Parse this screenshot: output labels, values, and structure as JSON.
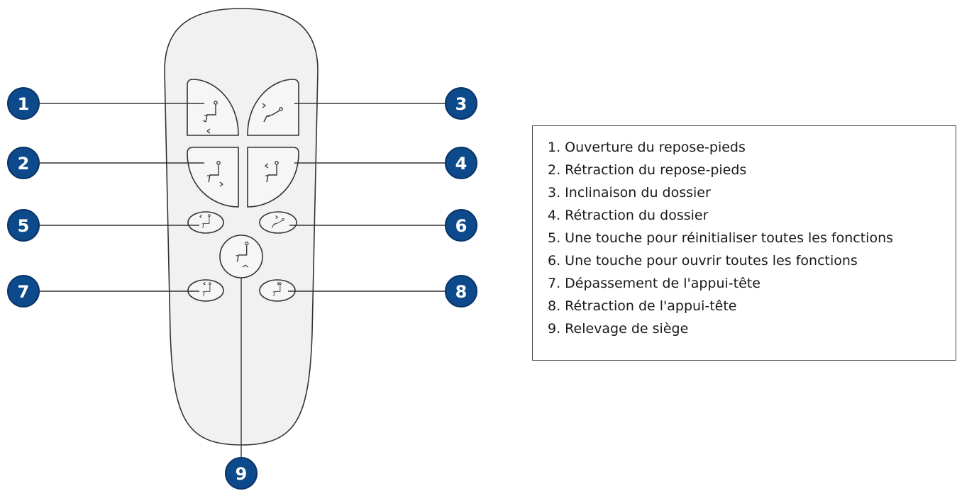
{
  "callouts": [
    {
      "id": "callout-1",
      "number": "1"
    },
    {
      "id": "callout-2",
      "number": "2"
    },
    {
      "id": "callout-3",
      "number": "3"
    },
    {
      "id": "callout-4",
      "number": "4"
    },
    {
      "id": "callout-5",
      "number": "5"
    },
    {
      "id": "callout-6",
      "number": "6"
    },
    {
      "id": "callout-7",
      "number": "7"
    },
    {
      "id": "callout-8",
      "number": "8"
    },
    {
      "id": "callout-9",
      "number": "9"
    }
  ],
  "legend": {
    "items": [
      "1. Ouverture du repose-pieds",
      "2. Rétraction du repose-pieds",
      "3. Inclinaison du dossier",
      "4. Rétraction du dossier",
      "5. Une touche pour réinitialiser toutes les fonctions",
      "6. Une touche pour ouvrir toutes les fonctions",
      "7. Dépassement de l'appui-tête",
      "8. Rétraction de l'appui-tête",
      "9. Relevage de siège"
    ]
  },
  "colors": {
    "callout_fill": "#0d4a8c",
    "callout_ring": "#0a3468",
    "outline": "#333333",
    "remote_fill": "#f1f1f1",
    "button_fill": "#f6f6f6"
  }
}
